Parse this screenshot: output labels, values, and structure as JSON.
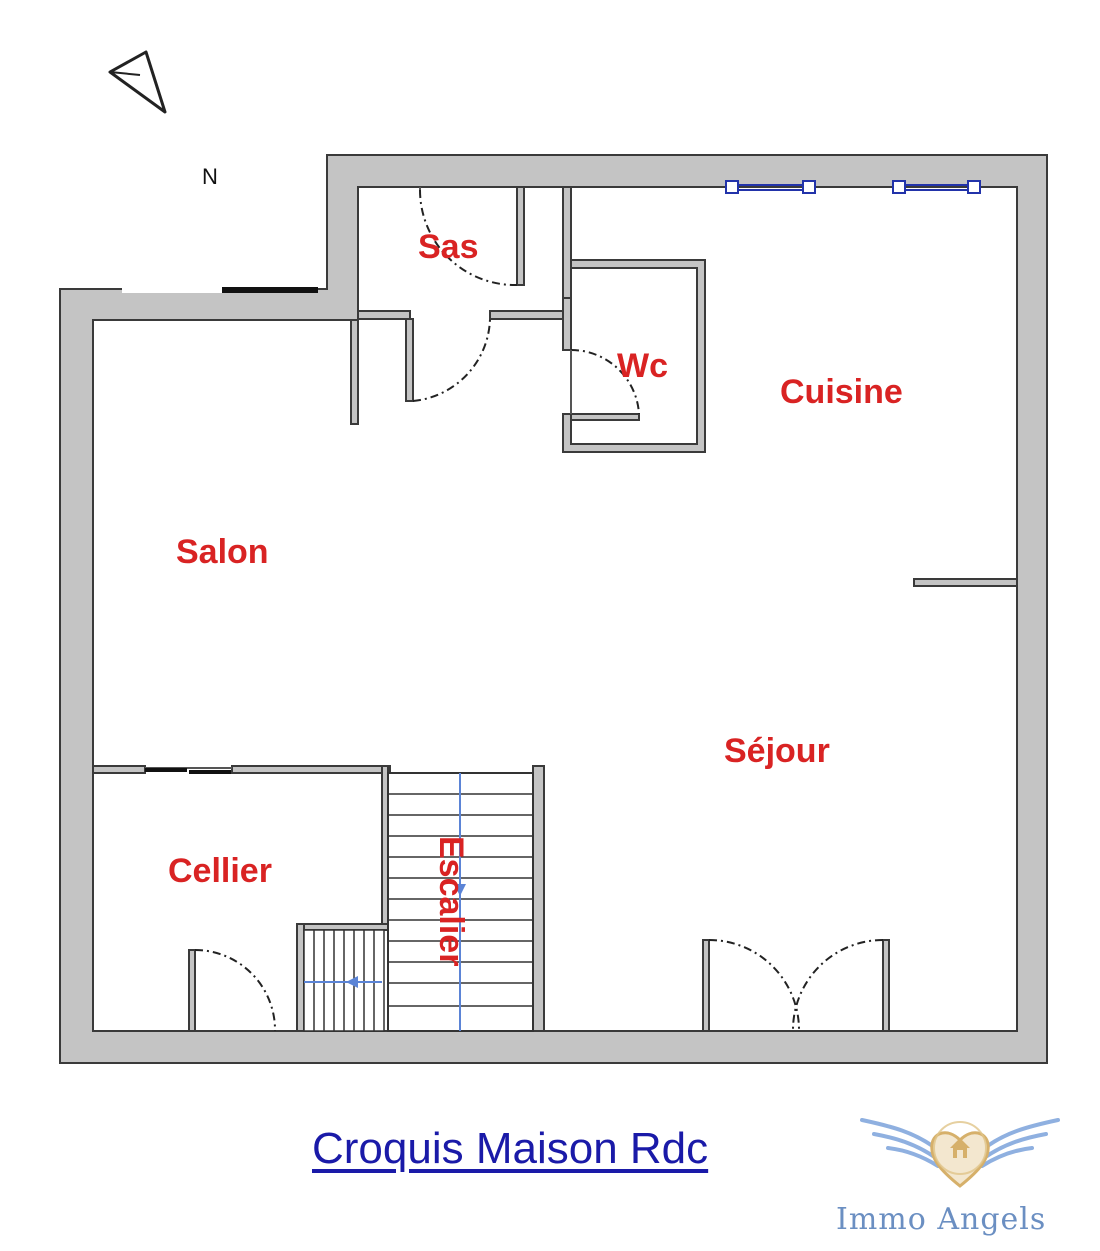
{
  "rooms": {
    "sas": "Sas",
    "wc": "Wc",
    "cuisine": "Cuisine",
    "salon": "Salon",
    "sejour": "Séjour",
    "cellier": "Cellier",
    "escalier": "Escalier"
  },
  "compass": {
    "label": "N"
  },
  "caption": "Croquis Maison Rdc",
  "brand": {
    "name": "Immo Angels",
    "logo": "winged-heart-house-logo"
  },
  "colors": {
    "wall": "#c4c4c4",
    "wall_outline": "#3a3a3a",
    "room_label": "#d92323",
    "caption": "#1a1aa8",
    "brand": "#6b8fc2",
    "stair_arrow": "#5b84d6",
    "window": "#2233aa"
  }
}
